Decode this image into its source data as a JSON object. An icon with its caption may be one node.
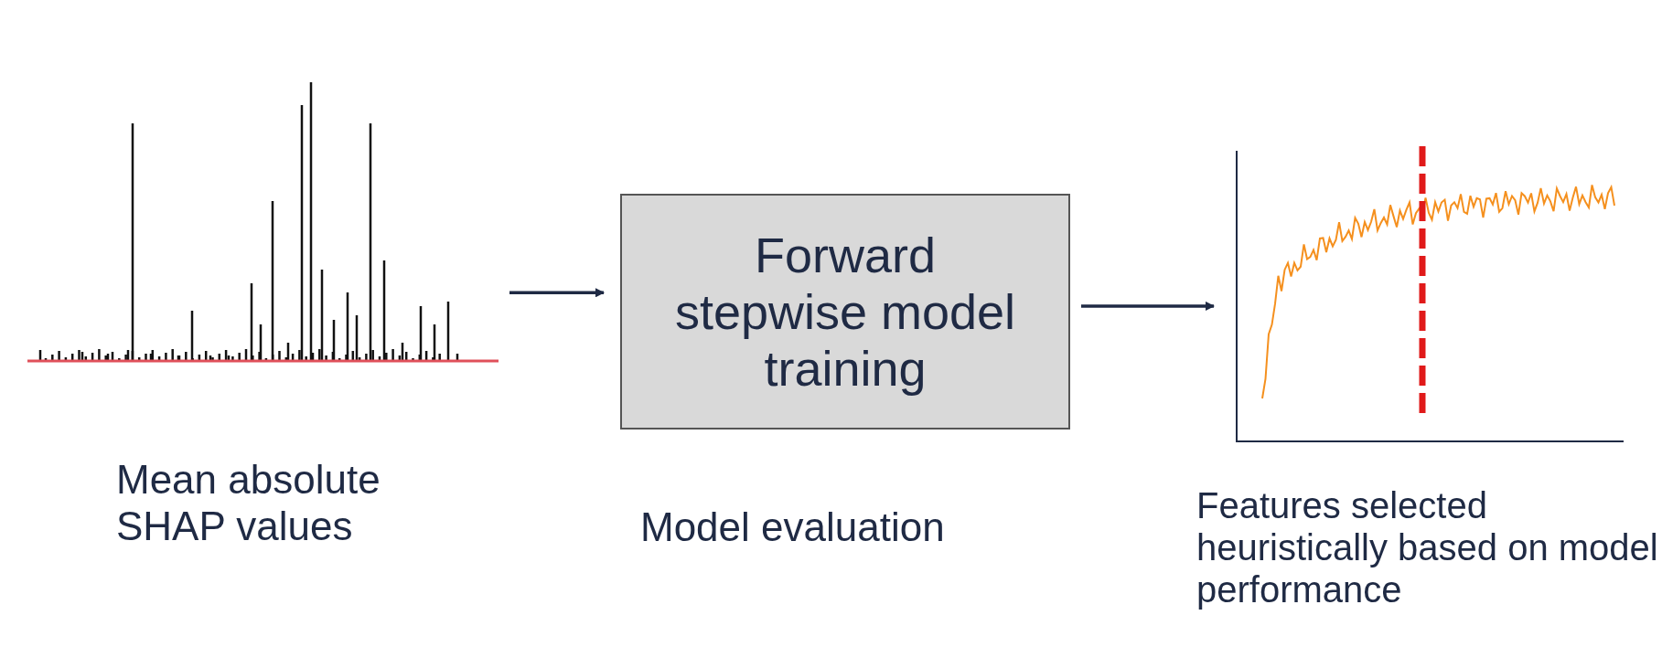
{
  "diagram": {
    "nodes": [
      {
        "text": [],
        "shape": "picture",
        "beside": [
          "Mean absolute SHAP values"
        ]
      },
      {
        "text": [
          "Forward stepwise model training"
        ],
        "beside": [
          "Model evaluation"
        ]
      },
      {
        "text": [],
        "shape": "picture",
        "beside": [
          "Features selected heuristically based on model performance"
        ]
      }
    ],
    "edges": [
      {
        "from": 0,
        "to": 1,
        "arrow": "to"
      },
      {
        "from": 1,
        "to": 2,
        "arrow": "to"
      }
    ]
  }
}
